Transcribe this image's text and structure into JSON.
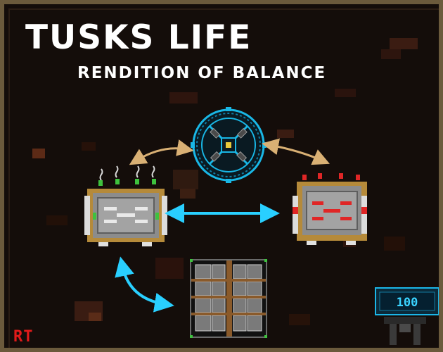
{
  "title": "TUSKS LIFE",
  "subtitle": "RENDITION OF BALANCE",
  "corner_tag": "RT",
  "hud": {
    "counter_value": "100"
  },
  "colors": {
    "background": "#140d0a",
    "frame": "#6b5a3c",
    "arrow_tan": "#d9b074",
    "arrow_cyan": "#29cfff",
    "wheel_cyan": "#19b7e6",
    "brass": "#b58a3a",
    "panel_gray": "#8c8c8c",
    "accent_red": "#e02626",
    "accent_green": "#3ec23e",
    "tag_red": "#e01a1a"
  },
  "icons": [
    "cyan-wheel-icon",
    "green-machine-icon",
    "red-machine-icon",
    "crate-grid-icon",
    "counter-hud-icon"
  ]
}
